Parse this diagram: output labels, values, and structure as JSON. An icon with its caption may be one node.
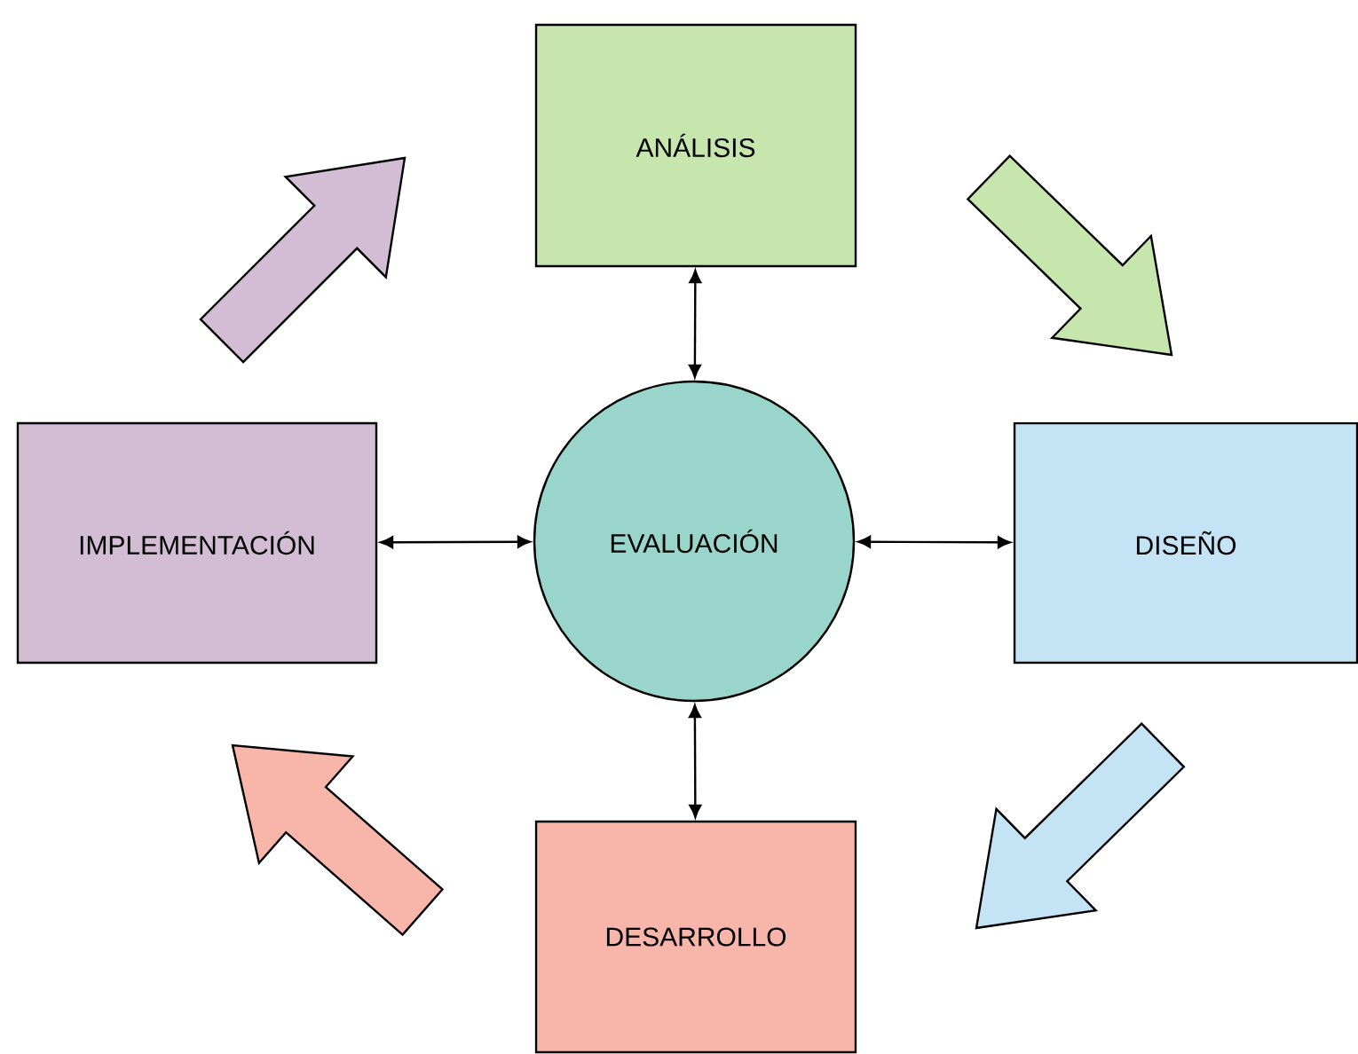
{
  "diagram": {
    "nodes": [
      {
        "text": [
          "ANÁLISIS"
        ]
      },
      {
        "text": [
          "IMPLEMENTACIÓN"
        ]
      },
      {
        "text": [
          "EVALUACIÓN"
        ]
      },
      {
        "text": [
          "DISEÑO"
        ]
      },
      {
        "text": [
          "DESARROLLO"
        ]
      }
    ],
    "edges": [
      {
        "from": 1,
        "to": 0,
        "arrow": "to",
        "style": "thick",
        "color": "#d2bdd4"
      },
      {
        "from": 0,
        "to": 3,
        "arrow": "to",
        "style": "thick",
        "color": "#c6e6ae"
      },
      {
        "from": 2,
        "to": 0,
        "arrow": "both"
      },
      {
        "from": 2,
        "to": 1,
        "arrow": "both"
      },
      {
        "from": 2,
        "to": 3,
        "arrow": "both"
      },
      {
        "from": 2,
        "to": 4,
        "arrow": "both"
      },
      {
        "from": 3,
        "to": 4,
        "arrow": "to",
        "style": "thick",
        "color": "#c4e4f6"
      },
      {
        "from": 4,
        "to": 1,
        "arrow": "to",
        "style": "thick",
        "color": "#f8b5aa"
      }
    ]
  }
}
